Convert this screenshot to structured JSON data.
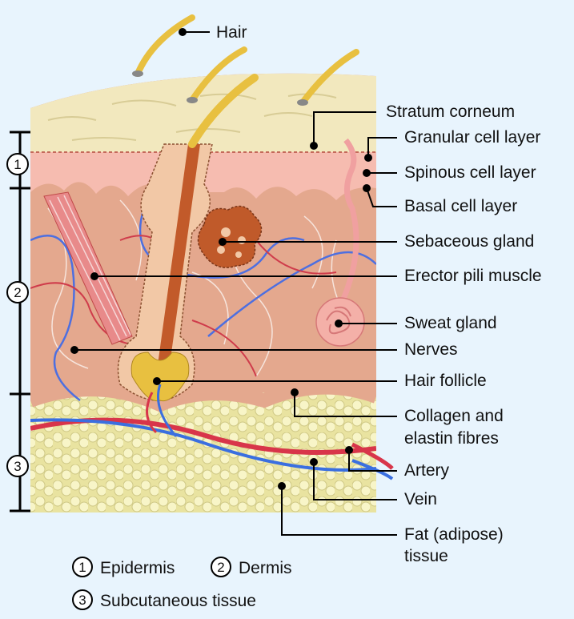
{
  "labels": {
    "hair": "Hair",
    "stratum_corneum": "Stratum corneum",
    "granular": "Granular cell layer",
    "spinous": "Spinous cell layer",
    "basal": "Basal cell layer",
    "sebaceous": "Sebaceous gland",
    "erector": "Erector pili muscle",
    "sweat": "Sweat gland",
    "nerves": "Nerves",
    "follicle": "Hair follicle",
    "collagen_1": "Collagen and",
    "collagen_2": "elastin fibres",
    "artery": "Artery",
    "vein": "Vein",
    "fat_1": "Fat (adipose)",
    "fat_2": "tissue"
  },
  "layers": {
    "one": "1",
    "two": "2",
    "three": "3"
  },
  "legend": {
    "epidermis_num": "1",
    "epidermis": "Epidermis",
    "dermis_num": "2",
    "dermis": "Dermis",
    "subcut_num": "3",
    "subcut": "Subcutaneous tissue"
  },
  "colors": {
    "background": "#e8f4fd",
    "surface": "#f0e6b8",
    "epidermis": "#f5b7a6",
    "dermis": "#e8a98e",
    "fat": "#f3efb0",
    "artery": "#d8354a",
    "vein": "#3a6fe0",
    "hair": "#e8c040"
  }
}
